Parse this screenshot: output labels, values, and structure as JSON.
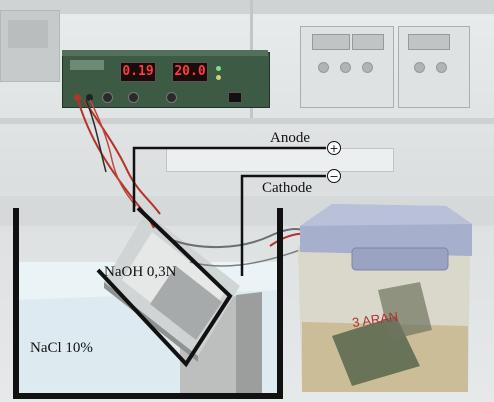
{
  "power_supply": {
    "display_left": "0.19",
    "display_right": "20.0"
  },
  "labels": {
    "anode": "Anode",
    "anode_symbol": "+",
    "cathode": "Cathode",
    "cathode_symbol": "−",
    "inner_solution": "NaOH  0,3N",
    "outer_solution": "NaCl 10%",
    "container_marking": "3 ARAN"
  },
  "colors": {
    "power_supply_body": "#3d5a45",
    "display_digits": "#ff3b3b",
    "outer_bath_water": "#dcebf2",
    "membrane_cell": "#cfd3d3",
    "container_lid": "#a6afcb",
    "container_liquid": "#c9b890",
    "wire_red": "#b5322a",
    "diagram_lines": "#111111"
  }
}
